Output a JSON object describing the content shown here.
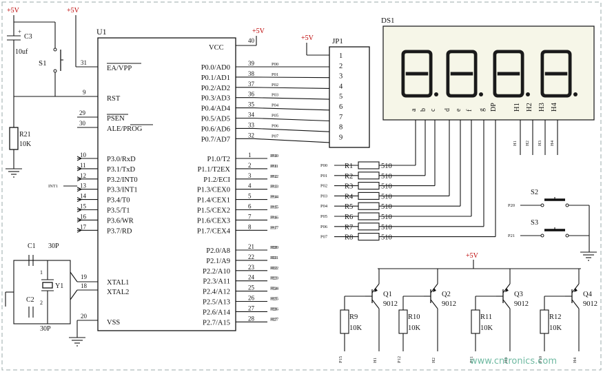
{
  "power": {
    "vcc": "+5V"
  },
  "mcu": {
    "ref": "U1",
    "vcc_label": "VCC",
    "vss_label": "VSS",
    "ea_label": "EA/VPP",
    "rst_label": "RST",
    "psen_label": "PSEN",
    "ale_label": "ALE/PROG",
    "xtal1_label": "XTAL1",
    "xtal2_label": "XTAL2",
    "pin_vcc": "40",
    "pin_ea": "31",
    "pin_rst": "9",
    "pin_psen": "29",
    "pin_ale": "30",
    "pin_xtal1": "19",
    "pin_xtal2": "18",
    "pin_vss": "20",
    "port0": [
      {
        "label": "P0.0/AD0",
        "pin": "39",
        "net": "P00"
      },
      {
        "label": "P0.1/AD1",
        "pin": "38",
        "net": "P01"
      },
      {
        "label": "P0.2/AD2",
        "pin": "37",
        "net": "P02"
      },
      {
        "label": "P0.3/AD3",
        "pin": "36",
        "net": "P03"
      },
      {
        "label": "P0.4/AD4",
        "pin": "35",
        "net": "P04"
      },
      {
        "label": "P0.5/AD5",
        "pin": "34",
        "net": "P05"
      },
      {
        "label": "P0.6/AD6",
        "pin": "33",
        "net": "P06"
      },
      {
        "label": "P0.7/AD7",
        "pin": "32",
        "net": "P07"
      }
    ],
    "port1": [
      {
        "label": "P1.0/T2",
        "pin": "1",
        "net": "P10"
      },
      {
        "label": "P1.1/T2EX",
        "pin": "2",
        "net": "P11"
      },
      {
        "label": "P1.2/ECI",
        "pin": "3",
        "net": "P12"
      },
      {
        "label": "P1.3/CEX0",
        "pin": "4",
        "net": "P13"
      },
      {
        "label": "P1.4/CEX1",
        "pin": "5",
        "net": "P14"
      },
      {
        "label": "P1.5/CEX2",
        "pin": "6",
        "net": "P15"
      },
      {
        "label": "P1.6/CEX3",
        "pin": "7",
        "net": "P16"
      },
      {
        "label": "P1.7/CEX4",
        "pin": "8",
        "net": "P17"
      }
    ],
    "port2": [
      {
        "label": "P2.0/A8",
        "pin": "21",
        "net": "P20"
      },
      {
        "label": "P2.1/A9",
        "pin": "22",
        "net": "P21"
      },
      {
        "label": "P2.2/A10",
        "pin": "23",
        "net": "P22"
      },
      {
        "label": "P2.3/A11",
        "pin": "24",
        "net": "P23"
      },
      {
        "label": "P2.4/A12",
        "pin": "25",
        "net": "P24"
      },
      {
        "label": "P2.5/A13",
        "pin": "26",
        "net": "P25"
      },
      {
        "label": "P2.6/A14",
        "pin": "27",
        "net": "P26"
      },
      {
        "label": "P2.7/A15",
        "pin": "28",
        "net": "P27"
      }
    ],
    "port3": [
      {
        "label": "P3.0/RxD",
        "pin": "10"
      },
      {
        "label": "P3.1/TxD",
        "pin": "11"
      },
      {
        "label": "P3.2/INT0",
        "pin": "12"
      },
      {
        "label": "P3.3/INT1",
        "pin": "13"
      },
      {
        "label": "P3.4/T0",
        "pin": "14"
      },
      {
        "label": "P3.5/T1",
        "pin": "15"
      },
      {
        "label": "P3.6/WR",
        "pin": "16"
      },
      {
        "label": "P3.7/RD",
        "pin": "17"
      }
    ],
    "int1_net": "INT1"
  },
  "reset": {
    "c3_ref": "C3",
    "c3_value": "10uf",
    "s1_ref": "S1",
    "r21_ref": "R21",
    "r21_value": "10K"
  },
  "crystal": {
    "c1_ref": "C1",
    "c2_ref": "C2",
    "c_value": "30P",
    "y1_ref": "Y1",
    "pin1": "1",
    "pin2": "2"
  },
  "jp1": {
    "ref": "JP1",
    "pins": [
      "1",
      "2",
      "3",
      "4",
      "5",
      "6",
      "7",
      "8",
      "9"
    ]
  },
  "display": {
    "ref": "DS1",
    "digit_glyph": "8.",
    "segment_labels": [
      "a",
      "b",
      "c",
      "d",
      "e",
      "f",
      "g",
      "DP"
    ],
    "common_labels": [
      "H1",
      "H2",
      "H3",
      "H4"
    ]
  },
  "resistors": [
    {
      "ref": "R1",
      "value": "510",
      "net": "P00"
    },
    {
      "ref": "R2",
      "value": "510",
      "net": "P01"
    },
    {
      "ref": "R3",
      "value": "510",
      "net": "P02"
    },
    {
      "ref": "R4",
      "value": "510",
      "net": "P03"
    },
    {
      "ref": "R5",
      "value": "510",
      "net": "P04"
    },
    {
      "ref": "R6",
      "value": "510",
      "net": "P05"
    },
    {
      "ref": "R7",
      "value": "510",
      "net": "P06"
    },
    {
      "ref": "R8",
      "value": "510",
      "net": "P07"
    }
  ],
  "switches": [
    {
      "ref": "S2",
      "net": "P20"
    },
    {
      "ref": "S3",
      "net": "P21"
    }
  ],
  "drivers": [
    {
      "q": "Q1",
      "part": "9012",
      "r": "R9",
      "rv": "10K",
      "base_net": "P15",
      "out_net": "H1"
    },
    {
      "q": "Q2",
      "part": "9012",
      "r": "R10",
      "rv": "10K",
      "base_net": "P12",
      "out_net": "H2"
    },
    {
      "q": "Q3",
      "part": "9012",
      "r": "R11",
      "rv": "10K",
      "base_net": "P11",
      "out_net": "H3"
    },
    {
      "q": "Q4",
      "part": "9012",
      "r": "R12",
      "rv": "10K",
      "base_net": "P10",
      "out_net": "H4"
    }
  ],
  "watermark": "www.cntronics.com"
}
